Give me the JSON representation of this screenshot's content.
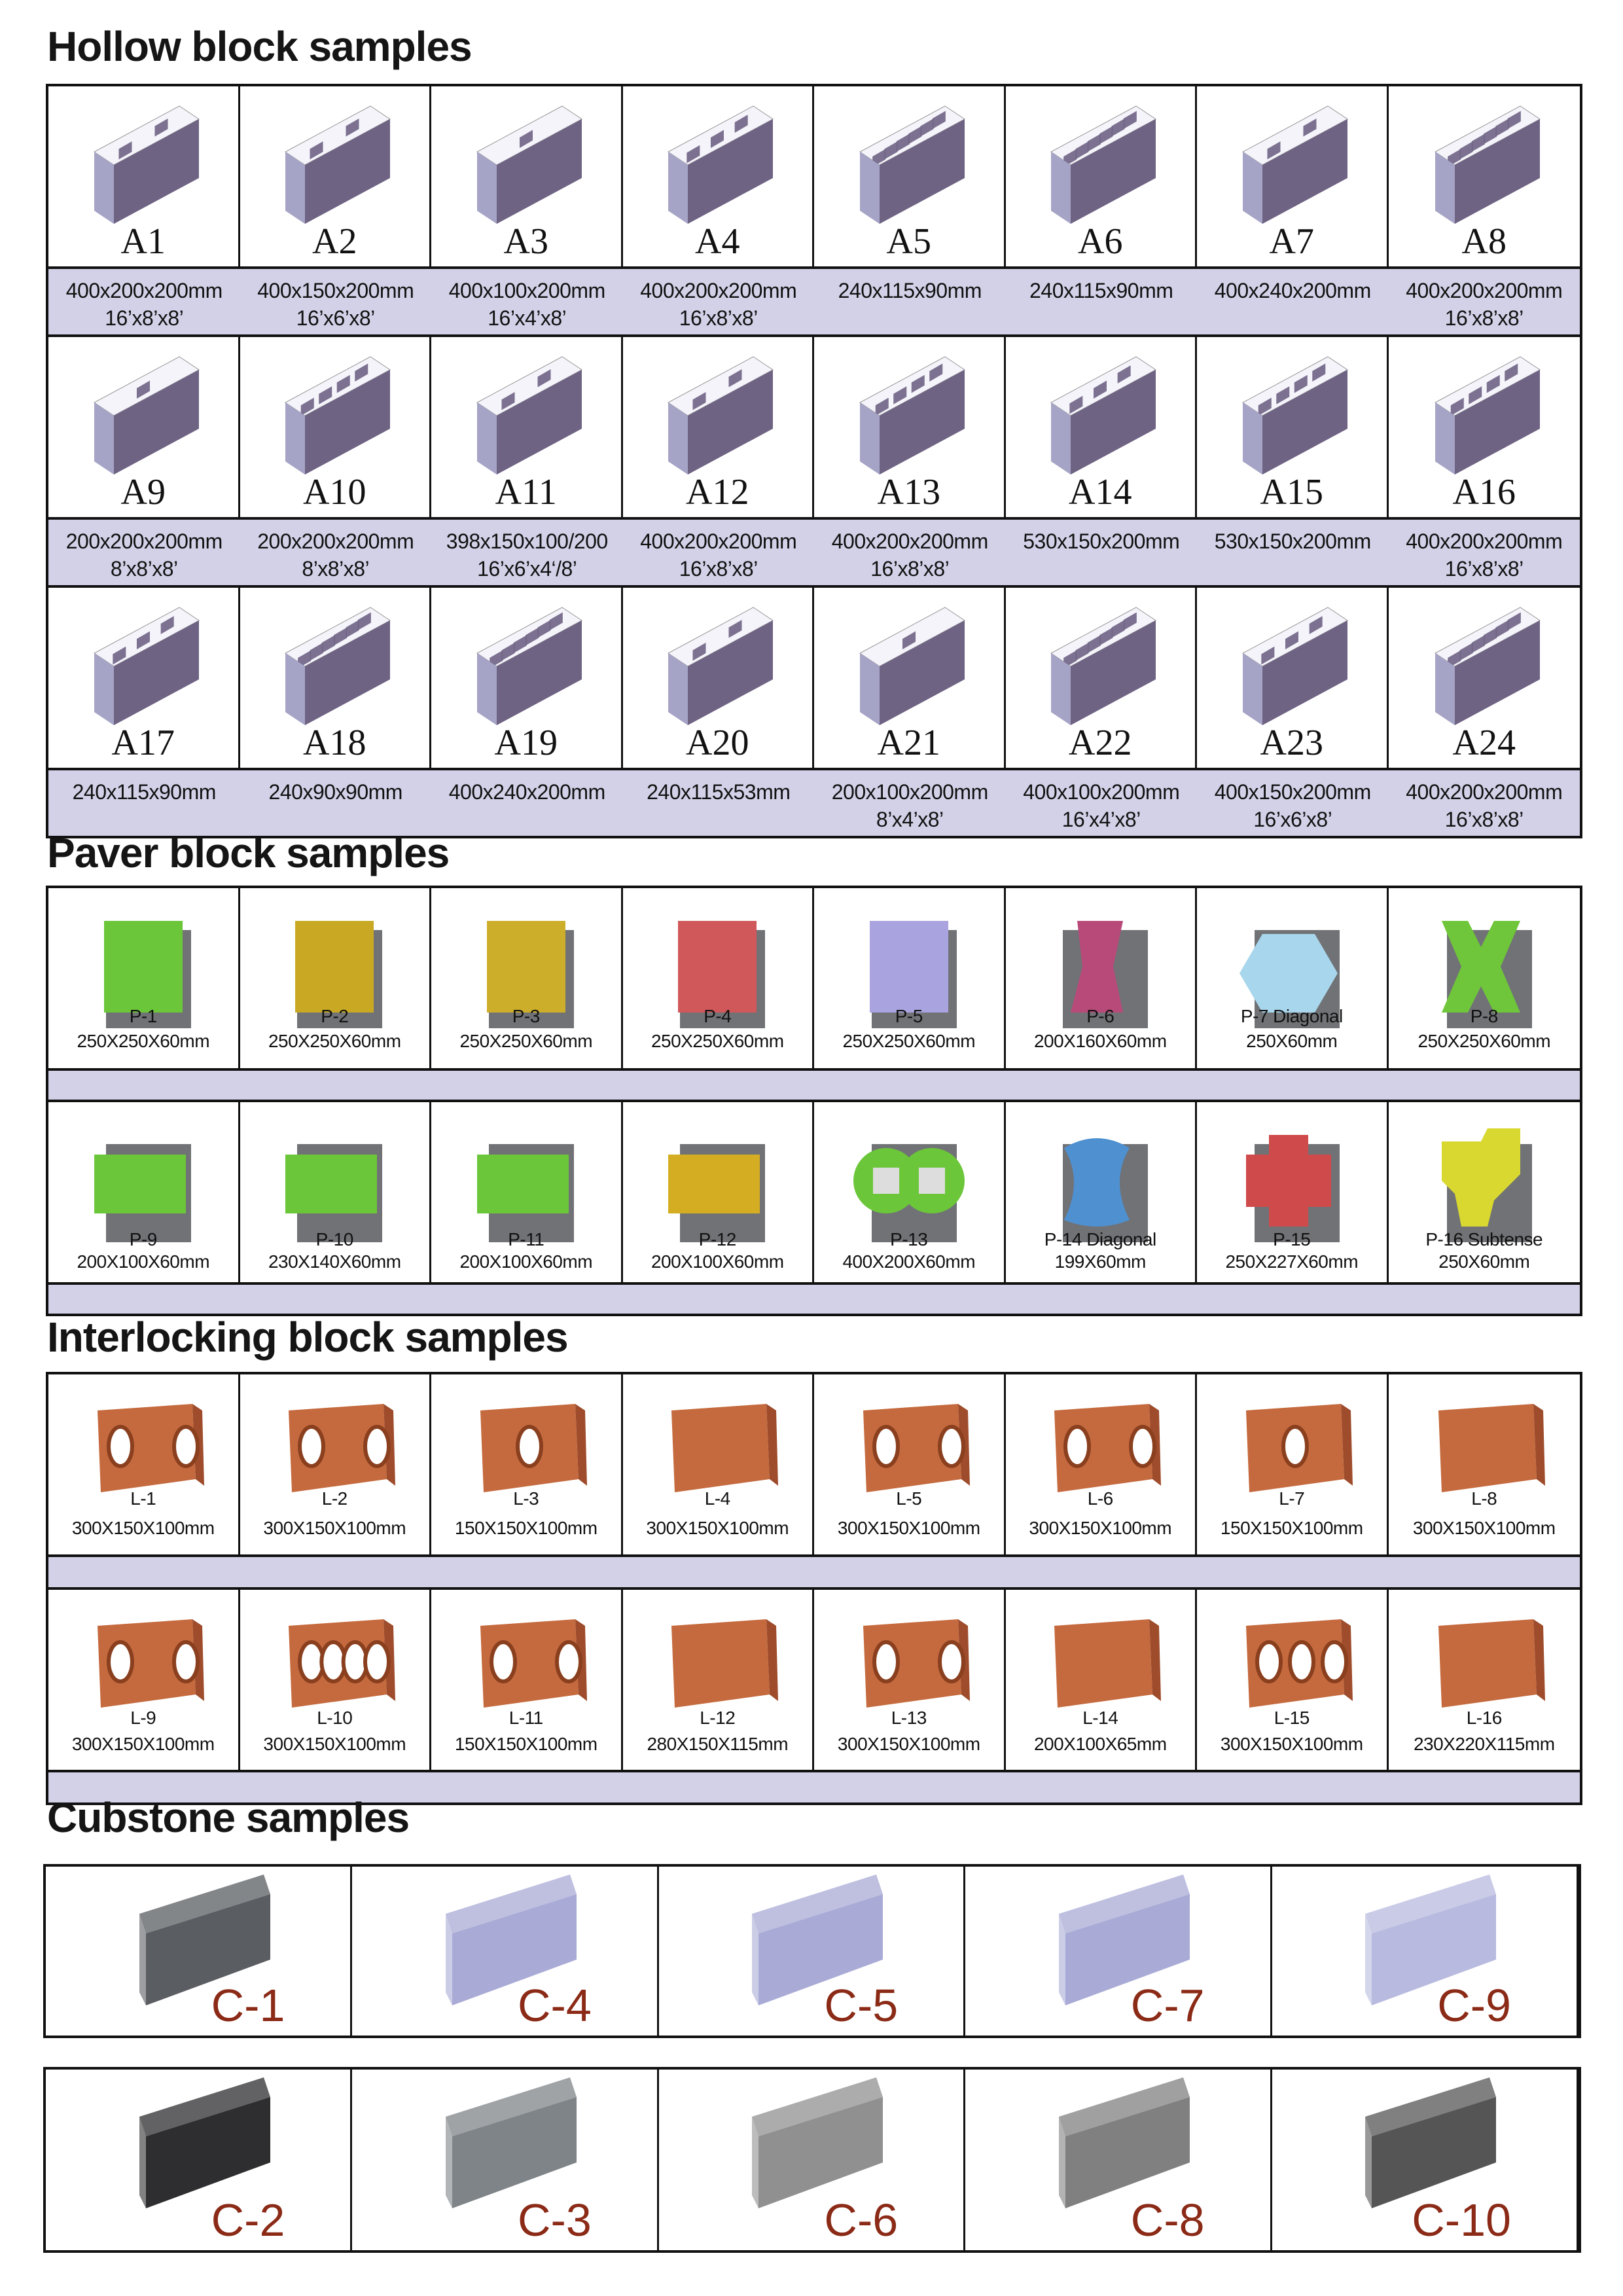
{
  "sections": {
    "hollow": {
      "title": "Hollow block samples",
      "items": [
        {
          "code": "A1",
          "spec1": "400x200x200mm",
          "spec2": "16’x8’x8’"
        },
        {
          "code": "A2",
          "spec1": "400x150x200mm",
          "spec2": "16’x6’x8’"
        },
        {
          "code": "A3",
          "spec1": "400x100x200mm",
          "spec2": "16’x4’x8’"
        },
        {
          "code": "A4",
          "spec1": "400x200x200mm",
          "spec2": "16’x8’x8’"
        },
        {
          "code": "A5",
          "spec1": "240x115x90mm",
          "spec2": ""
        },
        {
          "code": "A6",
          "spec1": "240x115x90mm",
          "spec2": ""
        },
        {
          "code": "A7",
          "spec1": "400x240x200mm",
          "spec2": ""
        },
        {
          "code": "A8",
          "spec1": "400x200x200mm",
          "spec2": "16’x8’x8’"
        },
        {
          "code": "A9",
          "spec1": "200x200x200mm",
          "spec2": "8’x8’x8’"
        },
        {
          "code": "A10",
          "spec1": "200x200x200mm",
          "spec2": "8’x8’x8’"
        },
        {
          "code": "A11",
          "spec1": "398x150x100/200",
          "spec2": "16’x6’x4‘/8’"
        },
        {
          "code": "A12",
          "spec1": "400x200x200mm",
          "spec2": "16’x8’x8’"
        },
        {
          "code": "A13",
          "spec1": "400x200x200mm",
          "spec2": "16’x8’x8’"
        },
        {
          "code": "A14",
          "spec1": "530x150x200mm",
          "spec2": ""
        },
        {
          "code": "A15",
          "spec1": "530x150x200mm",
          "spec2": ""
        },
        {
          "code": "A16",
          "spec1": "400x200x200mm",
          "spec2": "16’x8’x8’"
        },
        {
          "code": "A17",
          "spec1": "240x115x90mm",
          "spec2": ""
        },
        {
          "code": "A18",
          "spec1": "240x90x90mm",
          "spec2": ""
        },
        {
          "code": "A19",
          "spec1": "400x240x200mm",
          "spec2": ""
        },
        {
          "code": "A20",
          "spec1": "240x115x53mm",
          "spec2": ""
        },
        {
          "code": "A21",
          "spec1": "200x100x200mm",
          "spec2": "8’x4’x8’"
        },
        {
          "code": "A22",
          "spec1": "400x100x200mm",
          "spec2": "16’x4’x8’"
        },
        {
          "code": "A23",
          "spec1": "400x150x200mm",
          "spec2": "16’x6’x8’"
        },
        {
          "code": "A24",
          "spec1": "400x200x200mm",
          "spec2": "16’x8’x8’"
        }
      ]
    },
    "paver": {
      "title": "Paver block samples",
      "items": [
        {
          "code": "P-1",
          "spec": "250X250X60mm",
          "color": "#6cc63a"
        },
        {
          "code": "P-2",
          "spec": "250X250X60mm",
          "color": "#c9a924"
        },
        {
          "code": "P-3",
          "spec": "250X250X60mm",
          "color": "#cdae2a"
        },
        {
          "code": "P-4",
          "spec": "250X250X60mm",
          "color": "#d0585a"
        },
        {
          "code": "P-5",
          "spec": "250X250X60mm",
          "color": "#a9a4e0"
        },
        {
          "code": "P-6",
          "spec": "200X160X60mm",
          "color": "#b84a7a"
        },
        {
          "code": "P-7 Diagonal",
          "spec": "250X60mm",
          "color": "#a8d6ec"
        },
        {
          "code": "P-8",
          "spec": "250X250X60mm",
          "color": "#6fc63a"
        },
        {
          "code": "P-9",
          "spec": "200X100X60mm",
          "color": "#6cc63a"
        },
        {
          "code": "P-10",
          "spec": "230X140X60mm",
          "color": "#6cc63a"
        },
        {
          "code": "P-11",
          "spec": "200X100X60mm",
          "color": "#6cc63a"
        },
        {
          "code": "P-12",
          "spec": "200X100X60mm",
          "color": "#d4ad22"
        },
        {
          "code": "P-13",
          "spec": "400X200X60mm",
          "color": "#6cc63a"
        },
        {
          "code": "P-14 Diagonal",
          "spec": "199X60mm",
          "color": "#4f90d0"
        },
        {
          "code": "P-15",
          "spec": "250X227X60mm",
          "color": "#cf4a4a"
        },
        {
          "code": "P-16 Subtense",
          "spec": "250X60mm",
          "color": "#d8d830"
        }
      ]
    },
    "interlocking": {
      "title": "Interlocking block samples",
      "items": [
        {
          "code": "L-1",
          "spec": "300X150X100mm"
        },
        {
          "code": "L-2",
          "spec": "300X150X100mm"
        },
        {
          "code": "L-3",
          "spec": "150X150X100mm"
        },
        {
          "code": "L-4",
          "spec": "300X150X100mm"
        },
        {
          "code": "L-5",
          "spec": "300X150X100mm"
        },
        {
          "code": "L-6",
          "spec": "300X150X100mm"
        },
        {
          "code": "L-7",
          "spec": "150X150X100mm"
        },
        {
          "code": "L-8",
          "spec": "300X150X100mm"
        },
        {
          "code": "L-9",
          "spec": "300X150X100mm"
        },
        {
          "code": "L-10",
          "spec": "300X150X100mm"
        },
        {
          "code": "L-11",
          "spec": "150X150X100mm"
        },
        {
          "code": "L-12",
          "spec": "280X150X115mm"
        },
        {
          "code": "L-13",
          "spec": "300X150X100mm"
        },
        {
          "code": "L-14",
          "spec": "200X100X65mm"
        },
        {
          "code": "L-15",
          "spec": "300X150X100mm"
        },
        {
          "code": "L-16",
          "spec": "230X220X115mm"
        }
      ]
    },
    "curbstone": {
      "title": "Cubstone samples",
      "items": [
        {
          "code": "C-1",
          "color": "#5a5d62"
        },
        {
          "code": "C-4",
          "color": "#a9abd6"
        },
        {
          "code": "C-5",
          "color": "#a9abd6"
        },
        {
          "code": "C-7",
          "color": "#a9abd6"
        },
        {
          "code": "C-9",
          "color": "#b8badf"
        },
        {
          "code": "C-2",
          "color": "#2e2e30"
        },
        {
          "code": "C-3",
          "color": "#7f8488"
        },
        {
          "code": "C-6",
          "color": "#909090"
        },
        {
          "code": "C-8",
          "color": "#808080"
        },
        {
          "code": "C-10",
          "color": "#555555"
        }
      ]
    }
  },
  "colors": {
    "band": "#d2d1e8",
    "hollow_block_face": "#6f6384",
    "hollow_block_side": "#a6a4c6",
    "interlock_brick": "#c56a3e",
    "curb_label": "#8b2a16"
  }
}
